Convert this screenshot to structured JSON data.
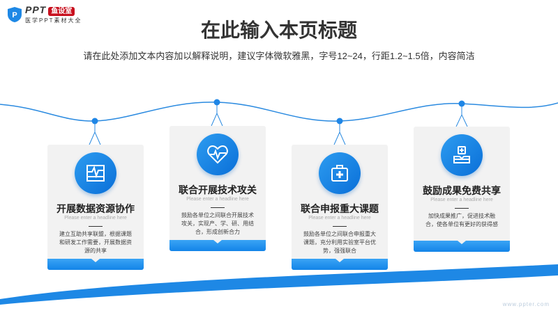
{
  "logo": {
    "brand": "PPT",
    "badge": "鱼设室",
    "tagline": "医学PPT素材大全"
  },
  "header": {
    "title": "在此输入本页标题",
    "subtitle": "请在此处添加文本内容加以解释说明，建议字体微软雅黑，字号12~24，行距1.2~1.5倍，内容简洁"
  },
  "cards": [
    {
      "icon": "monitor-pulse-icon",
      "title": "开展数据资源协作",
      "en": "Please enter a headline here",
      "text": "建立互助共享联盟，根据课题和研发工作需要，开展数据资源的共享"
    },
    {
      "icon": "heart-pulse-icon",
      "title": "联合开展技术攻关",
      "en": "Please enter a headline here",
      "text": "鼓励各单位之间联合开展技术攻关，实现产、学、研、用结合，形成创新合力"
    },
    {
      "icon": "medical-kit-icon",
      "title": "联合申报重大课题",
      "en": "Please enter a headline here",
      "text": "鼓励各单位之间联合申报重大课题，充分利用实验室平台优势，强强联合"
    },
    {
      "icon": "medical-tray-icon",
      "title": "鼓励成果免费共享",
      "en": "Please enter a headline here",
      "text": "加快成果推广，促进技术融合，使各单位有更好的获得感"
    }
  ],
  "footer": {
    "url": "www.ppter.com"
  }
}
